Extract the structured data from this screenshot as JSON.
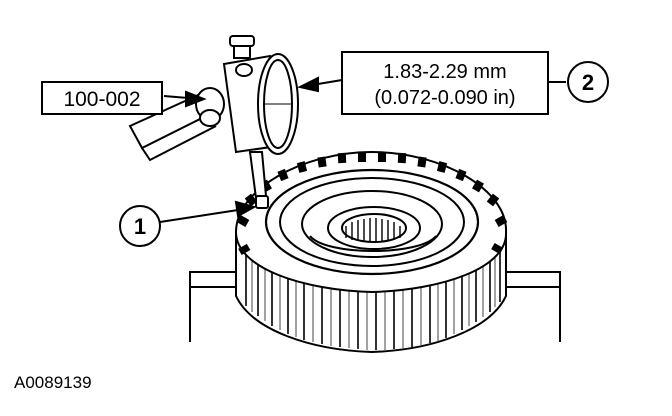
{
  "callouts": {
    "tool_number": "100-002",
    "spec_metric": "1.83-2.29 mm",
    "spec_imperial": "(0.072-0.090 in)",
    "marker_1": "1",
    "marker_2": "2"
  },
  "figure_id": "A0089139"
}
